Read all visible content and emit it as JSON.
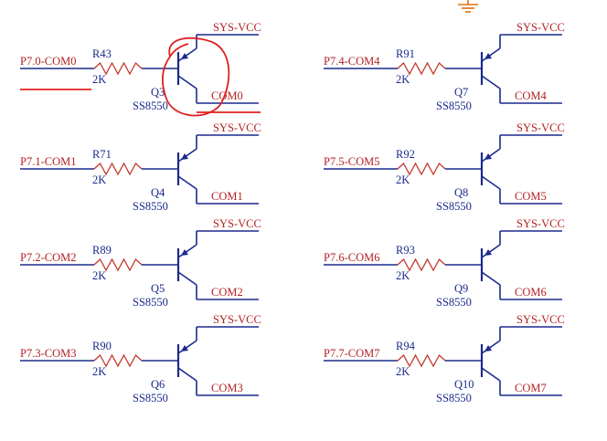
{
  "colors": {
    "wire": "#1a2a8c",
    "resistor": "#c0392b",
    "net_label": "#b22222",
    "ground_symbol": "#e07010",
    "annotation": "#e02020"
  },
  "circuits": [
    {
      "input": "P7.0-COM0",
      "resistor": "R43",
      "value": "2K",
      "transistor": "Q3",
      "model": "SS8550",
      "supply": "SYS-VCC",
      "output": "COM0"
    },
    {
      "input": "P7.1-COM1",
      "resistor": "R71",
      "value": "2K",
      "transistor": "Q4",
      "model": "SS8550",
      "supply": "SYS-VCC",
      "output": "COM1"
    },
    {
      "input": "P7.2-COM2",
      "resistor": "R89",
      "value": "2K",
      "transistor": "Q5",
      "model": "SS8550",
      "supply": "SYS-VCC",
      "output": "COM2"
    },
    {
      "input": "P7.3-COM3",
      "resistor": "R90",
      "value": "2K",
      "transistor": "Q6",
      "model": "SS8550",
      "supply": "SYS-VCC",
      "output": "COM3"
    },
    {
      "input": "P7.4-COM4",
      "resistor": "R91",
      "value": "2K",
      "transistor": "Q7",
      "model": "SS8550",
      "supply": "SYS-VCC",
      "output": "COM4"
    },
    {
      "input": "P7.5-COM5",
      "resistor": "R92",
      "value": "2K",
      "transistor": "Q8",
      "model": "SS8550",
      "supply": "SYS-VCC",
      "output": "COM5"
    },
    {
      "input": "P7.6-COM6",
      "resistor": "R93",
      "value": "2K",
      "transistor": "Q9",
      "model": "SS8550",
      "supply": "SYS-VCC",
      "output": "COM6"
    },
    {
      "input": "P7.7-COM7",
      "resistor": "R94",
      "value": "2K",
      "transistor": "Q10",
      "model": "SS8550",
      "supply": "SYS-VCC",
      "output": "COM7"
    }
  ],
  "annotations": [
    {
      "shape": "circle",
      "target": "Q3"
    },
    {
      "shape": "underline",
      "target": "P7.0-COM0"
    }
  ],
  "icons": [
    "ground-symbol-icon"
  ]
}
